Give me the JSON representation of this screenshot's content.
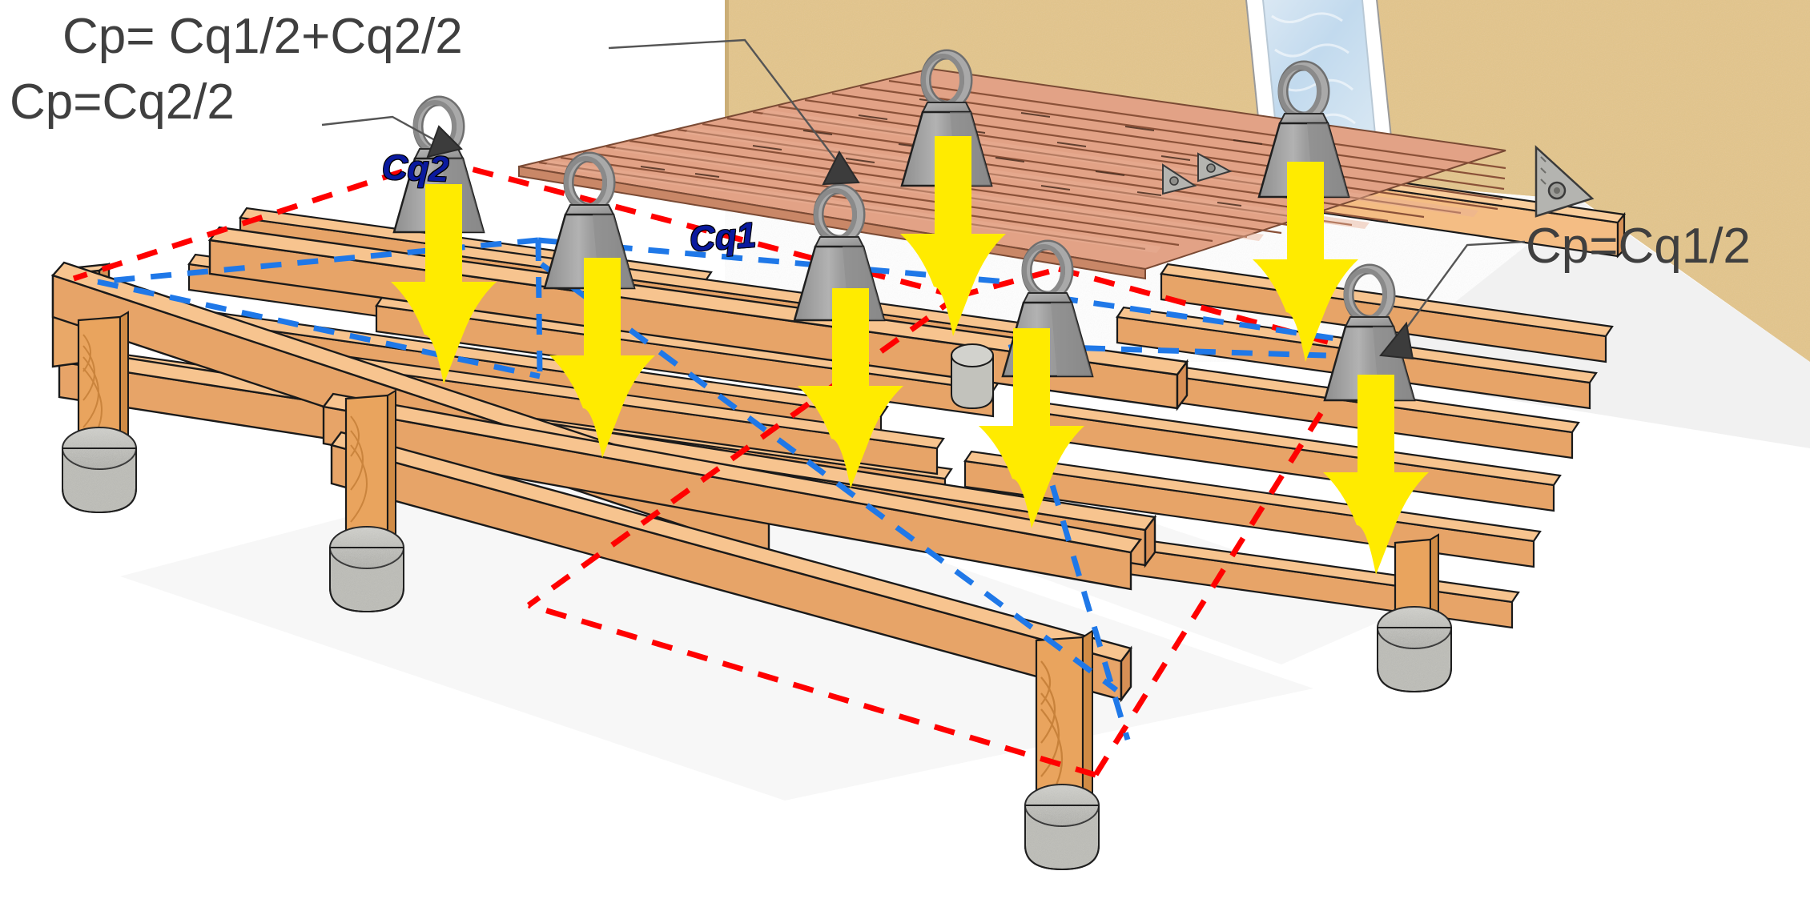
{
  "diagram": {
    "title": "Deck framing load distribution diagram",
    "subject": "wood deck substructure with point loads on joists and beams"
  },
  "annotations": {
    "cp_sum": "Cp= Cq1/2+Cq2/2",
    "cp_q2": "Cp=Cq2/2",
    "cp_q1": "Cp=Cq1/2"
  },
  "weight_labels": {
    "cq2": "Cq2",
    "cq1": "Cq1"
  },
  "colors": {
    "wall": "#e3c58b",
    "wall_shadow": "#d8b97d",
    "joist_top": "#f7c48f",
    "joist_side": "#e7a468",
    "joist_edge": "#d98f52",
    "deck_board": "#e8a98d",
    "deck_board_dark": "#d99478",
    "beam_top": "#f2b783",
    "post_wood": "#e9a45e",
    "concrete": "#c9c9c4",
    "concrete_dark": "#b4b4ae",
    "weight_body": "#9a9a9a",
    "weight_light": "#b9b9b9",
    "weight_dark": "#7e7e7e",
    "arrow_yellow": "#ffeb00",
    "tributary_red": "#ff0000",
    "tributary_blue": "#1f78e8",
    "label_text": "#3f3f3f",
    "weight_label_text": "#0a1a9e",
    "window_glass": "#cfe2f0",
    "window_frame": "#ffffff",
    "leader_line": "#555555",
    "ground_shadow": "#f2f2f2",
    "outline": "#1a1a1a"
  },
  "elements": {
    "weights": [
      {
        "id": "w1",
        "label": "",
        "note": "left outer, leader to Cp=Cq2/2"
      },
      {
        "id": "w2",
        "label": "Cq2",
        "note": "second from left, labelled Cq2"
      },
      {
        "id": "w3",
        "label": "",
        "note": "center, leader to Cp= Cq1/2+Cq2/2"
      },
      {
        "id": "w4",
        "label": "Cq1",
        "note": "center-right, labelled Cq1"
      },
      {
        "id": "w5",
        "label": "",
        "note": "top on decking"
      },
      {
        "id": "w6",
        "label": "",
        "note": "at window / ledger"
      },
      {
        "id": "w7",
        "label": "",
        "note": "right outer, leader to Cp=Cq1/2"
      }
    ],
    "arrow_count": 7,
    "footing_count": 4,
    "tributary_lines": [
      "red-dashed-outer",
      "blue-dashed-inner"
    ]
  }
}
